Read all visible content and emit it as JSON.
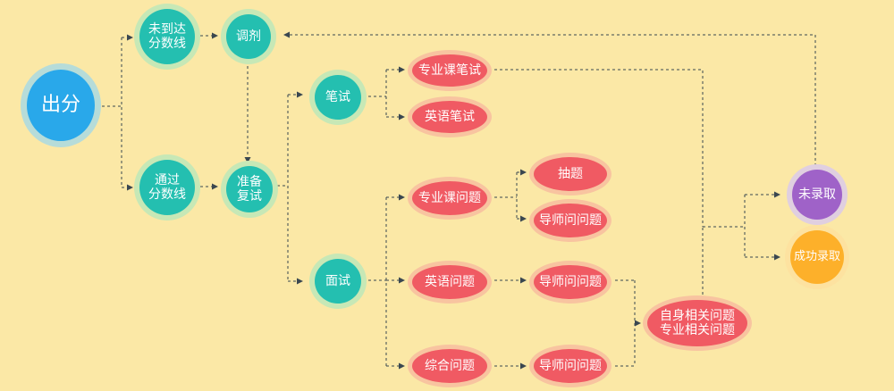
{
  "nodes": {
    "chufen": "出分",
    "weidaoda": "未到达\n分数线",
    "tiaoji": "调剂",
    "tongguo": "通过\n分数线",
    "zhunbei": "准备\n复试",
    "bishi": "笔试",
    "mianshi": "面试",
    "zhuanyeke_bishi": "专业课笔试",
    "yingyu_bishi": "英语笔试",
    "zhuanyeke_wenti": "专业课问题",
    "yingyu_wenti": "英语问题",
    "zonghe_wenti": "综合问题",
    "chouti": "抽题",
    "daoshi_1": "导师问问题",
    "daoshi_2": "导师问问题",
    "daoshi_3": "导师问问题",
    "ziwo": "自身相关问题\n专业相关问题",
    "weiluqu": "未录取",
    "chenggong": "成功录取"
  },
  "colors": {
    "background": "#fbe8a6",
    "teal": "#24bfb0",
    "blue": "#29a8ea",
    "red": "#f05a63",
    "purple": "#9f62c8",
    "orange": "#fdb02a",
    "line": "#3a4750"
  }
}
